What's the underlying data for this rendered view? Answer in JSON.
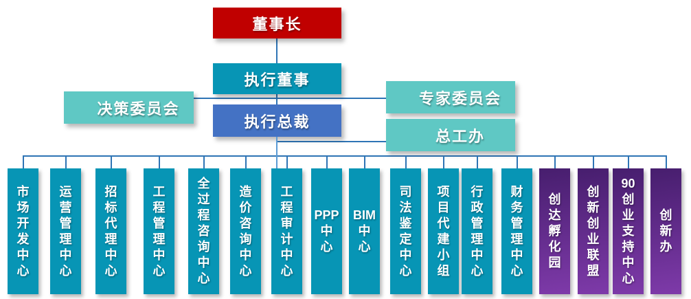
{
  "palette": {
    "chairman_red": "#C00000",
    "center_teal": "#0795B5",
    "president_blue": "#4472C4",
    "committee_teal": "#5FC8C4",
    "dept_purple_dark": "#471E6E",
    "dept_purple_light": "#7E3AA9",
    "connector_blue": "#2E74B5",
    "connector_light_blue": "#5B9BD5",
    "text_white": "#FFFFFF"
  },
  "org": {
    "chairman": "董事长",
    "executive_director": "执行董事",
    "executive_president": "执行总裁",
    "decision_committee": "决策委员会",
    "expert_committee": "专家委员会",
    "chief_engineer_office": "总工办",
    "departments": [
      {
        "id": "market-development-center",
        "label": "市场开发中心",
        "lines": [
          "市",
          "场",
          "开",
          "发",
          "中",
          "心"
        ],
        "style": "teal"
      },
      {
        "id": "operations-management-center",
        "label": "运营管理中心",
        "lines": [
          "运",
          "营",
          "管",
          "理",
          "中",
          "心"
        ],
        "style": "teal"
      },
      {
        "id": "bidding-agency-center",
        "label": "招标代理中心",
        "lines": [
          "招",
          "标",
          "代",
          "理",
          "中",
          "心"
        ],
        "style": "teal"
      },
      {
        "id": "engineering-management-center",
        "label": "工程管理中心",
        "lines": [
          "工",
          "程",
          "管",
          "理",
          "中",
          "心"
        ],
        "style": "teal"
      },
      {
        "id": "whole-process-consulting-center",
        "label": "全过程咨询中心",
        "lines": [
          "全",
          "过",
          "程",
          "咨",
          "询",
          "中",
          "心"
        ],
        "style": "teal"
      },
      {
        "id": "cost-consulting-center",
        "label": "造价咨询中心",
        "lines": [
          "造",
          "价",
          "咨",
          "询",
          "中",
          "心"
        ],
        "style": "teal"
      },
      {
        "id": "engineering-audit-center",
        "label": "工程审计中心",
        "lines": [
          "工",
          "程",
          "审",
          "计",
          "中",
          "心"
        ],
        "style": "teal"
      },
      {
        "id": "ppp-center",
        "label": "PPP中心",
        "lines": [
          "PPP",
          "中",
          "心"
        ],
        "style": "teal"
      },
      {
        "id": "bim-center",
        "label": "BIM中心",
        "lines": [
          "BIM",
          "中",
          "心"
        ],
        "style": "teal"
      },
      {
        "id": "judicial-appraisal-center",
        "label": "司法鉴定中心",
        "lines": [
          "司",
          "法",
          "鉴",
          "定",
          "中",
          "心"
        ],
        "style": "teal"
      },
      {
        "id": "project-agent-construction-group",
        "label": "项目代建小组",
        "lines": [
          "项",
          "目",
          "代",
          "建",
          "小",
          "组"
        ],
        "style": "teal"
      },
      {
        "id": "administration-management-center",
        "label": "行政管理中心",
        "lines": [
          "行",
          "政",
          "管",
          "理",
          "中",
          "心"
        ],
        "style": "teal"
      },
      {
        "id": "finance-management-center",
        "label": "财务管理中心",
        "lines": [
          "财",
          "务",
          "管",
          "理",
          "中",
          "心"
        ],
        "style": "teal"
      },
      {
        "id": "chuangda-incubation-park",
        "label": "创达孵化园",
        "lines": [
          "创",
          "达",
          "孵",
          "化",
          "园"
        ],
        "style": "purple"
      },
      {
        "id": "innovation-entrepreneurship-alliance",
        "label": "创新创业联盟",
        "lines": [
          "创",
          "新",
          "创",
          "业",
          "联",
          "盟"
        ],
        "style": "purple"
      },
      {
        "id": "90-entrepreneurship-support-center",
        "label": "90创业支持中心",
        "lines": [
          "90",
          "创",
          "业",
          "支",
          "持",
          "中",
          "心"
        ],
        "style": "purple"
      },
      {
        "id": "innovation-office",
        "label": "创新办",
        "lines": [
          "创",
          "新",
          "办"
        ],
        "style": "purple"
      }
    ]
  }
}
